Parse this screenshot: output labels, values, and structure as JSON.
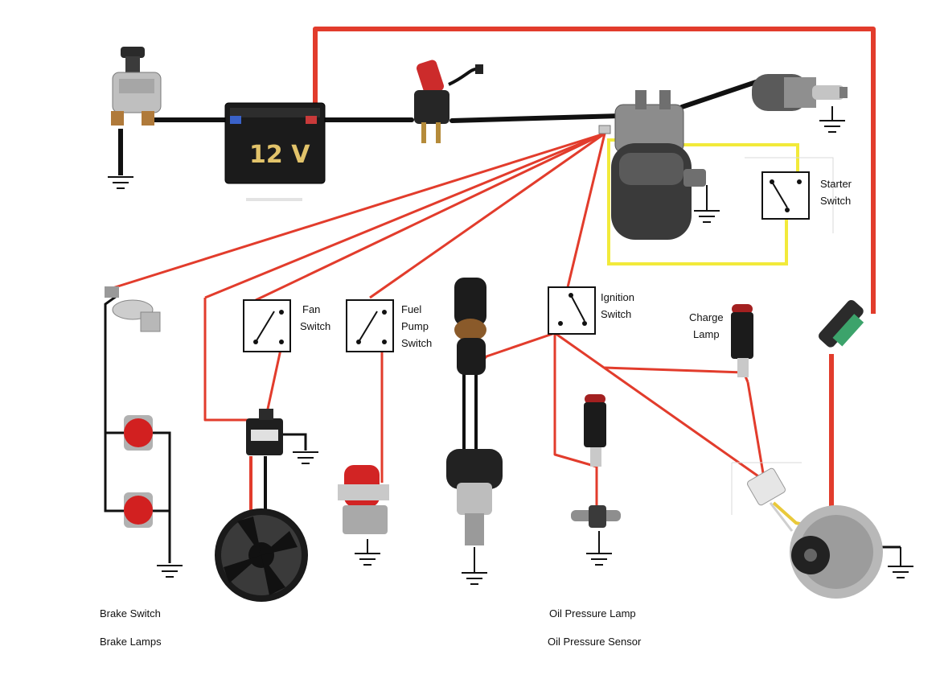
{
  "battery": {
    "label": "12 V"
  },
  "labels": {
    "fan_switch": [
      "Fan",
      "Switch"
    ],
    "fuel_pump_switch": [
      "Fuel",
      "Pump",
      "Switch"
    ],
    "ignition_switch": [
      "Ignition",
      "Switch"
    ],
    "starter_switch": [
      "Starter",
      "Switch"
    ],
    "charge_lamp": [
      "Charge",
      "Lamp"
    ],
    "brake_switch": "Brake Switch",
    "brake_lamps": "Brake Lamps",
    "oil_pressure_lamp": "Oil Pressure Lamp",
    "oil_pressure_sensor": "Oil Pressure Sensor"
  },
  "colors": {
    "power_wire": "#e23c2c",
    "ground_wire": "#111111",
    "starter_wire": "#f2ea3a"
  }
}
